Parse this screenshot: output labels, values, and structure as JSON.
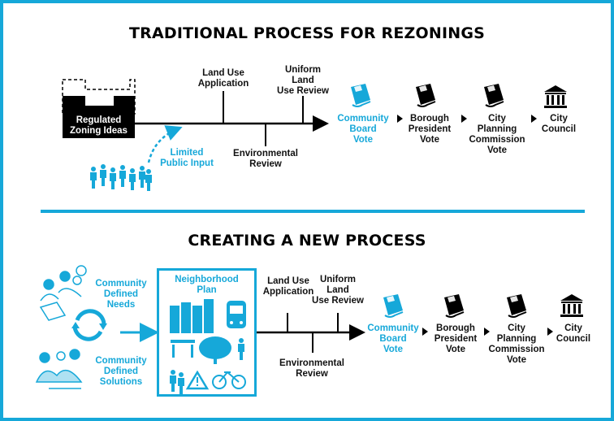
{
  "top": {
    "title": "TRADITIONAL PROCESS FOR REZONINGS",
    "zoning_label": "Regulated\nZoning Ideas",
    "land_use": "Land Use\nApplication",
    "ulurp": "Uniform\nLand\nUse Review",
    "env": "Environmental\nReview",
    "limited": "Limited\nPublic Input",
    "community_board": "Community\nBoard\nVote",
    "borough": "Borough\nPresident\nVote",
    "cpc": "City\nPlanning\nCommission\nVote",
    "council": "City\nCouncil"
  },
  "bottom": {
    "title": "CREATING A NEW PROCESS",
    "needs": "Community\nDefined\nNeeds",
    "solutions": "Community\nDefined\nSolutions",
    "plan": "Neighborhood\nPlan",
    "land_use": "Land Use\nApplication",
    "ulurp": "Uniform\nLand\nUse Review",
    "env": "Environmental\nReview",
    "community_board": "Community\nBoard\nVote",
    "borough": "Borough\nPresident\nVote",
    "cpc": "City\nPlanning\nCommission\nVote",
    "council": "City\nCouncil"
  },
  "colors": {
    "accent": "#16a8d9",
    "ink": "#000000"
  },
  "icons": [
    "documents-icon",
    "courthouse-icon",
    "people-icon",
    "buildings-icon",
    "train-icon",
    "tree-icon",
    "bicycle-icon",
    "warning-sign-icon",
    "cycle-arrows-icon"
  ]
}
